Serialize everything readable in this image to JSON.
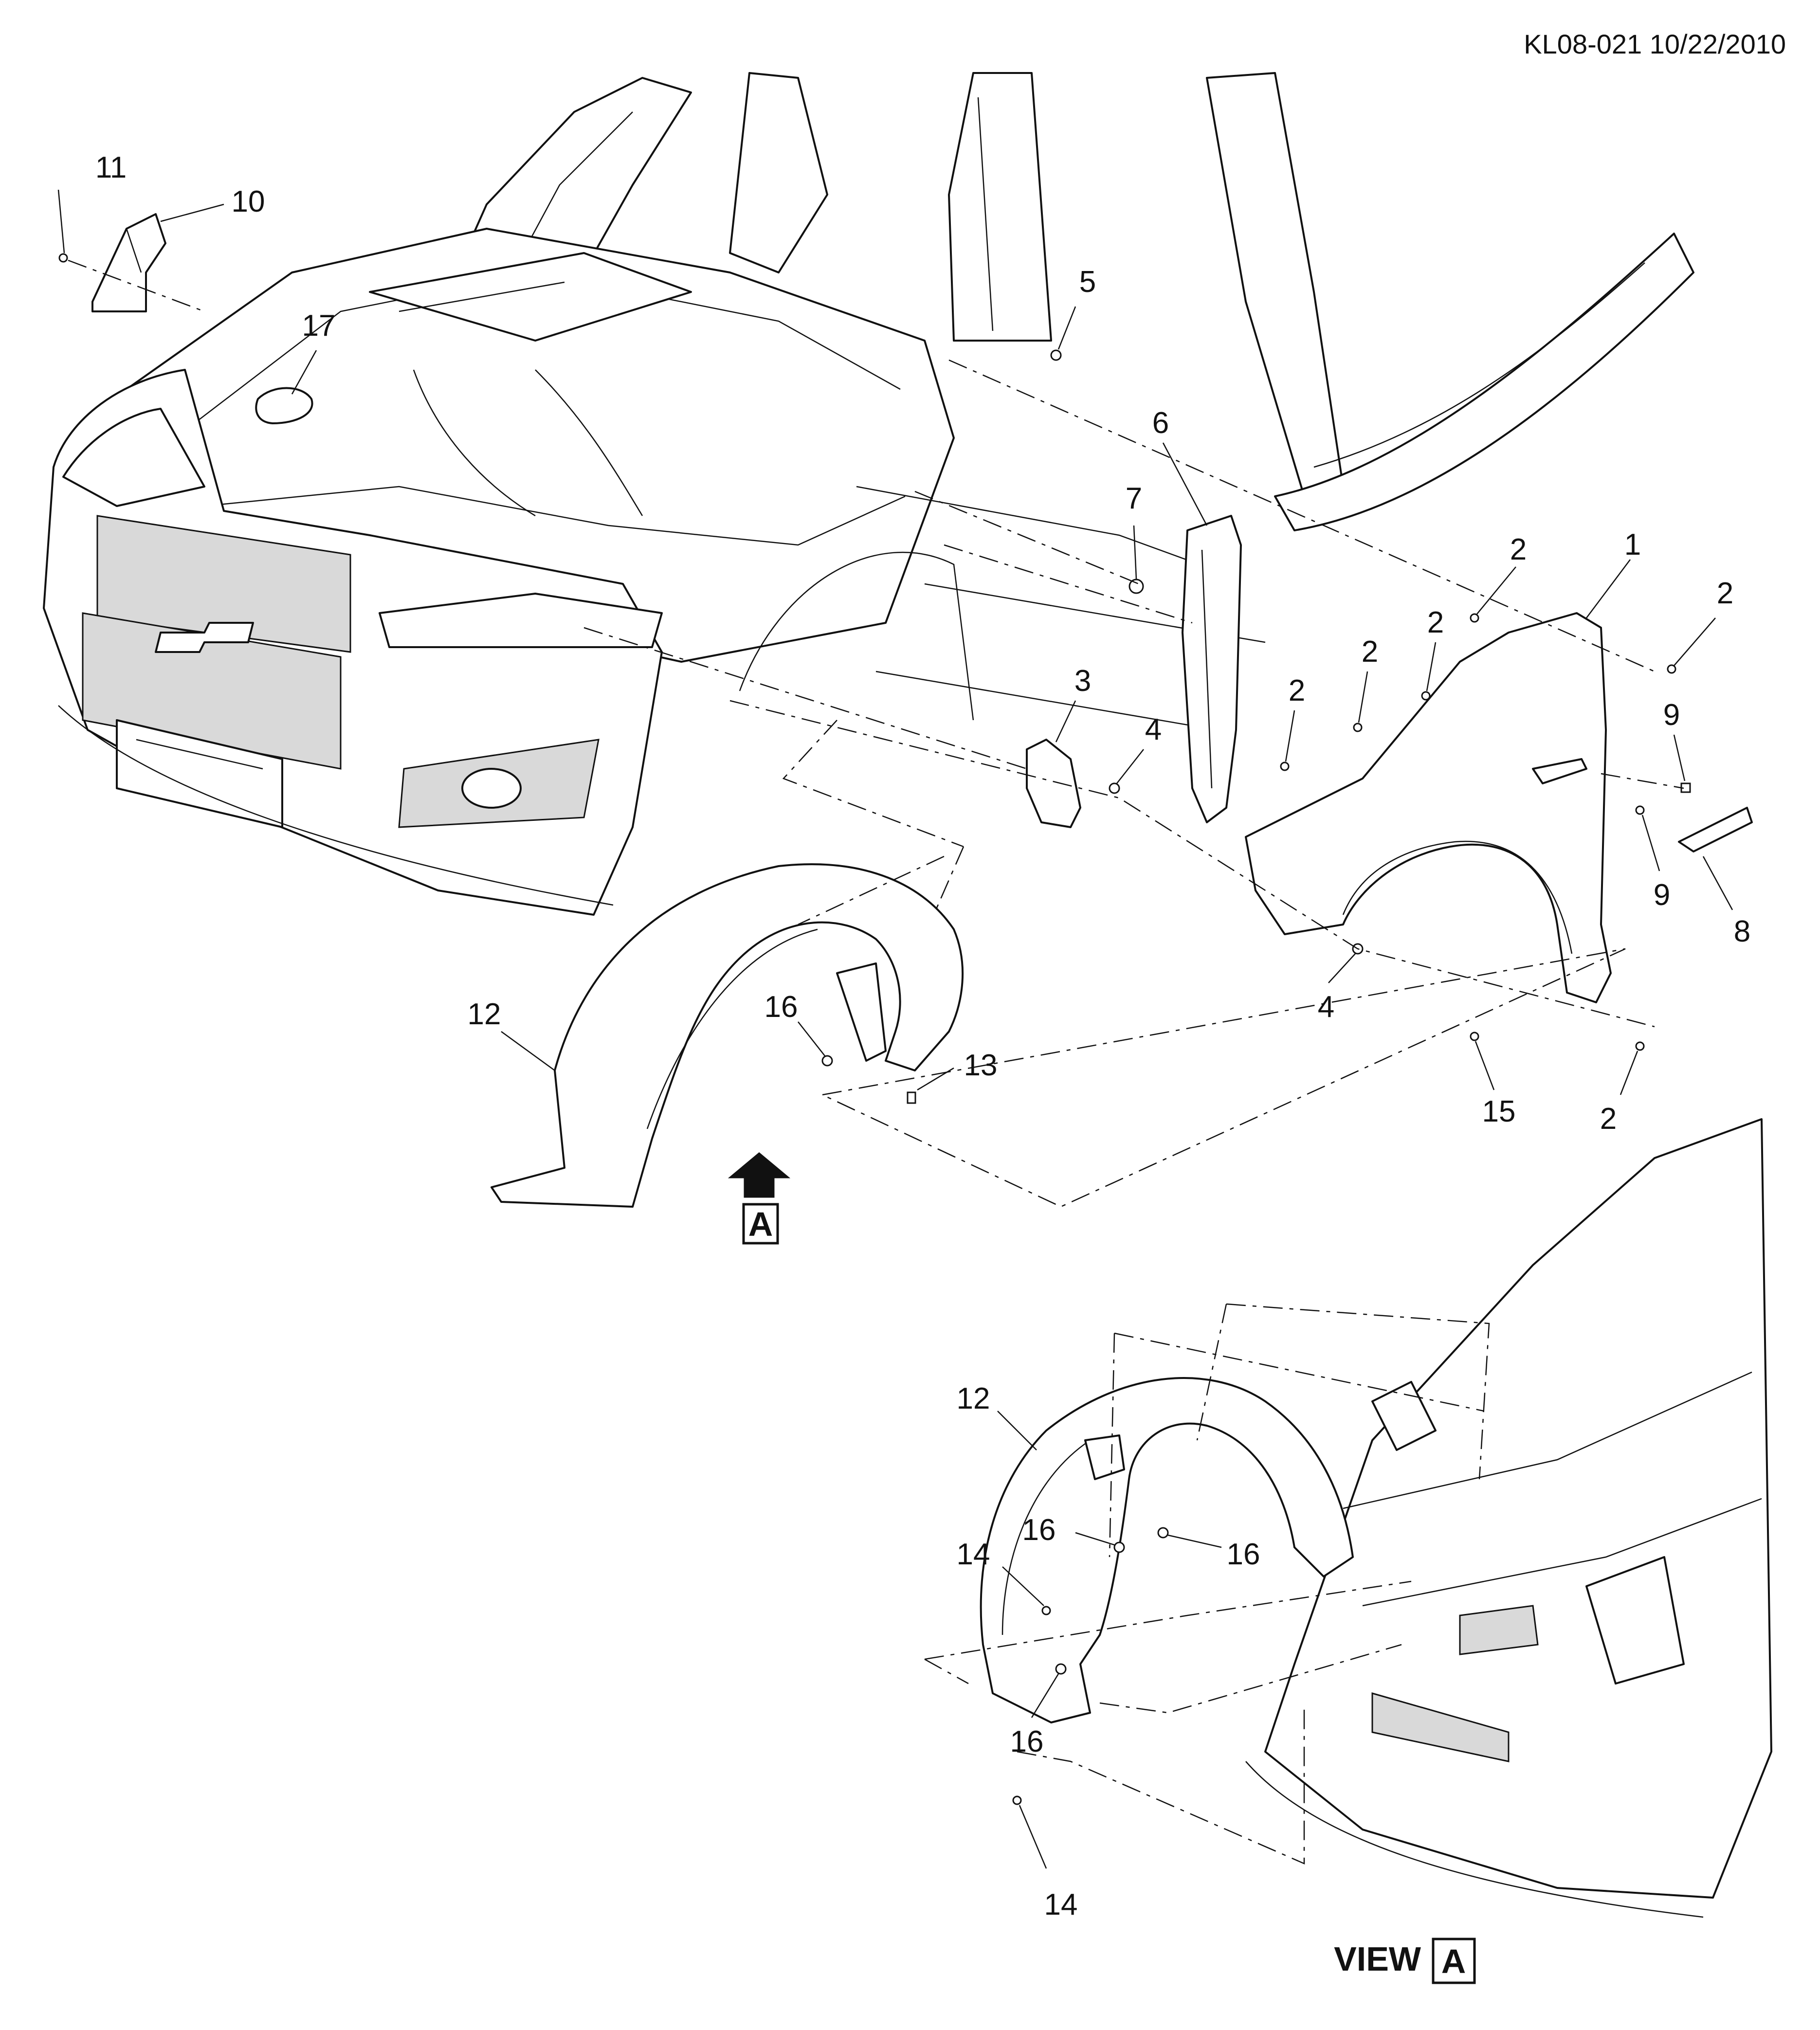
{
  "header": {
    "code": "KL08-021 10/22/2010"
  },
  "callouts": [
    {
      "id": "c11",
      "text": "11"
    },
    {
      "id": "c10",
      "text": "10"
    },
    {
      "id": "c17",
      "text": "17"
    },
    {
      "id": "c5",
      "text": "5"
    },
    {
      "id": "c6",
      "text": "6"
    },
    {
      "id": "c7",
      "text": "7"
    },
    {
      "id": "c2a",
      "text": "2"
    },
    {
      "id": "c1",
      "text": "1"
    },
    {
      "id": "c2b",
      "text": "2"
    },
    {
      "id": "c2c",
      "text": "2"
    },
    {
      "id": "c2d",
      "text": "2"
    },
    {
      "id": "c2e",
      "text": "2"
    },
    {
      "id": "c3",
      "text": "3"
    },
    {
      "id": "c4a",
      "text": "4"
    },
    {
      "id": "c9a",
      "text": "9"
    },
    {
      "id": "c9b",
      "text": "9"
    },
    {
      "id": "c8",
      "text": "8"
    },
    {
      "id": "c4b",
      "text": "4"
    },
    {
      "id": "c12a",
      "text": "12"
    },
    {
      "id": "c16a",
      "text": "16"
    },
    {
      "id": "c13",
      "text": "13"
    },
    {
      "id": "c15",
      "text": "15"
    },
    {
      "id": "c2f",
      "text": "2"
    },
    {
      "id": "c12b",
      "text": "12"
    },
    {
      "id": "c16b",
      "text": "16"
    },
    {
      "id": "c16c",
      "text": "16"
    },
    {
      "id": "c14a",
      "text": "14"
    },
    {
      "id": "c16d",
      "text": "16"
    },
    {
      "id": "c14b",
      "text": "14"
    }
  ],
  "view_marker": {
    "letter": "A"
  },
  "view_caption": {
    "word": "VIEW",
    "letter": "A"
  }
}
